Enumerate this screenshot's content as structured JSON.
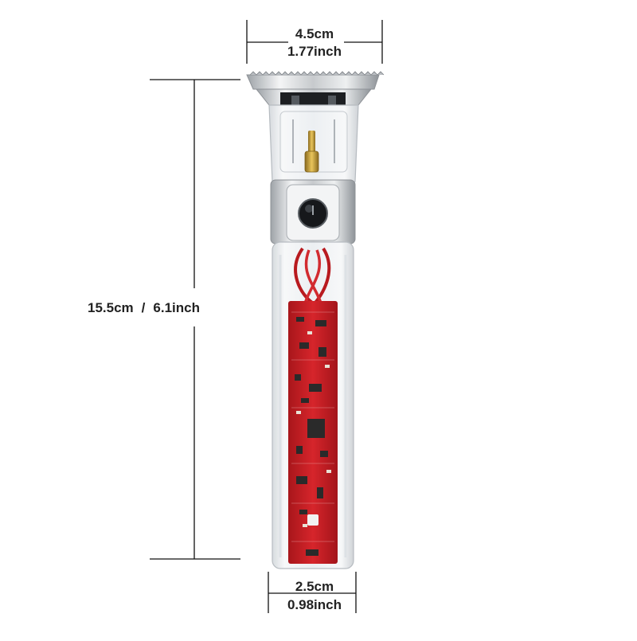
{
  "dimensions": {
    "head_width_cm": "4.5cm",
    "head_width_inch": "1.77inch",
    "height_cm": "15.5cm",
    "height_separator": "/",
    "height_inch": "6.1inch",
    "body_width_cm": "2.5cm",
    "body_width_inch": "0.98inch"
  },
  "colors": {
    "background": "#ffffff",
    "dimension_line": "#111111",
    "pcb_red": "#c81e24",
    "chrome": "#c9ccd0",
    "clear_body": "#eef1f4"
  }
}
